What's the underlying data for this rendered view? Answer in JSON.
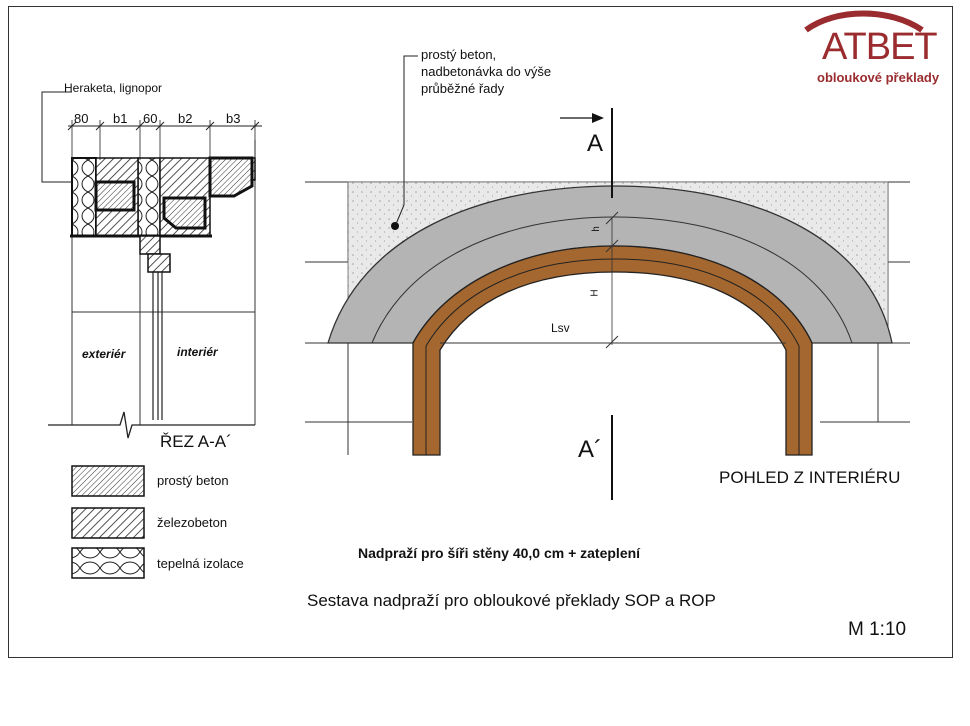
{
  "brand": {
    "name": "ATBET",
    "subtitle": "obloukové překlady",
    "color": "#9a2b2e"
  },
  "section": {
    "material_label": "Heraketa, lignopor",
    "dims": [
      "80",
      "b1",
      "60",
      "b2",
      "b3"
    ],
    "exterior": "exteriér",
    "interior": "interiér",
    "title": "ŘEZ  A-A´"
  },
  "legend": [
    {
      "label": "prostý beton",
      "icon": "dotted-hatch"
    },
    {
      "label": "železobeton",
      "icon": "diagonal-hatch"
    },
    {
      "label": "tepelná izolace",
      "icon": "wave-insulation"
    }
  ],
  "elevation": {
    "note_lines": [
      "prostý beton,",
      "nadbetonávka do výše",
      "průběžné řady"
    ],
    "cut_top": "A",
    "cut_bottom": "A´",
    "dim_h": "h",
    "dim_H": "H",
    "dim_lsv": "Lsv",
    "view_title": "POHLED Z INTERIÉRU"
  },
  "caption": {
    "subtitle": "Nadpraží pro šíři stěny 40,0 cm + zateplení",
    "title": "Sestava nadpraží pro obloukové překlady SOP a ROP",
    "scale": "M 1:10"
  },
  "colors": {
    "arch_brown": "#a4672f",
    "concrete_gray": "#b4b4b4",
    "fill_light": "#e9e9e9"
  }
}
